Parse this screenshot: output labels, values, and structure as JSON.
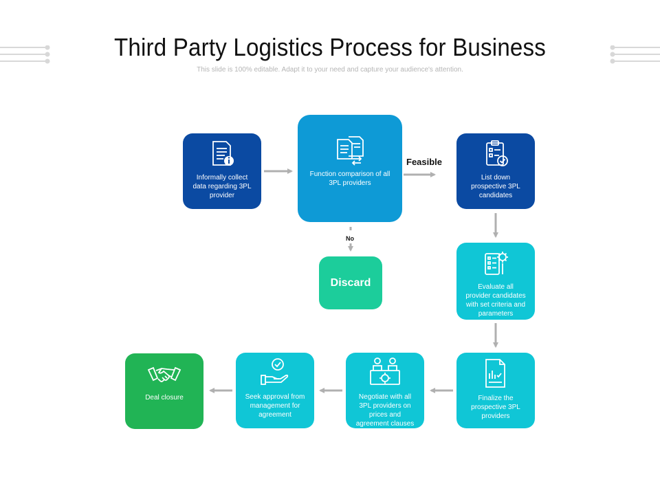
{
  "header": {
    "title": "Third Party Logistics Process for Business",
    "subtitle": "This slide is 100% editable. Adapt it to your need and capture your audience's attention."
  },
  "steps": [
    {
      "label": "Informally collect data regarding 3PL provider",
      "icon": "document-info-icon",
      "color": "#0b4aa2"
    },
    {
      "label": "Function comparison of all 3PL providers",
      "icon": "document-compare-icon",
      "color": "#0e9ad6"
    },
    {
      "label": "List down prospective 3PL candidates",
      "icon": "clipboard-check-icon",
      "color": "#0b4aa2"
    },
    {
      "label": "Evaluate all provider candidates with set criteria and parameters",
      "icon": "evaluation-gear-icon",
      "color": "#10c6d6"
    },
    {
      "label": "Finalize the prospective 3PL providers",
      "icon": "report-chart-icon",
      "color": "#10c6d6"
    },
    {
      "label": "Negotiate with all 3PL providers on prices and agreement clauses",
      "icon": "negotiation-table-icon",
      "color": "#10c6d6"
    },
    {
      "label": "Seek approval from management for agreement",
      "icon": "hand-approval-icon",
      "color": "#10c6d6"
    },
    {
      "label": "Deal closure",
      "icon": "handshake-icon",
      "color": "#21b455"
    }
  ],
  "discard": {
    "label": "Discard",
    "color": "#1ccd9b"
  },
  "edges": {
    "feasible": "Feasible",
    "no": "No"
  },
  "colors": {
    "arrow": "#b0b0b0",
    "title": "#111111",
    "subtitle": "#b5b5b5"
  }
}
